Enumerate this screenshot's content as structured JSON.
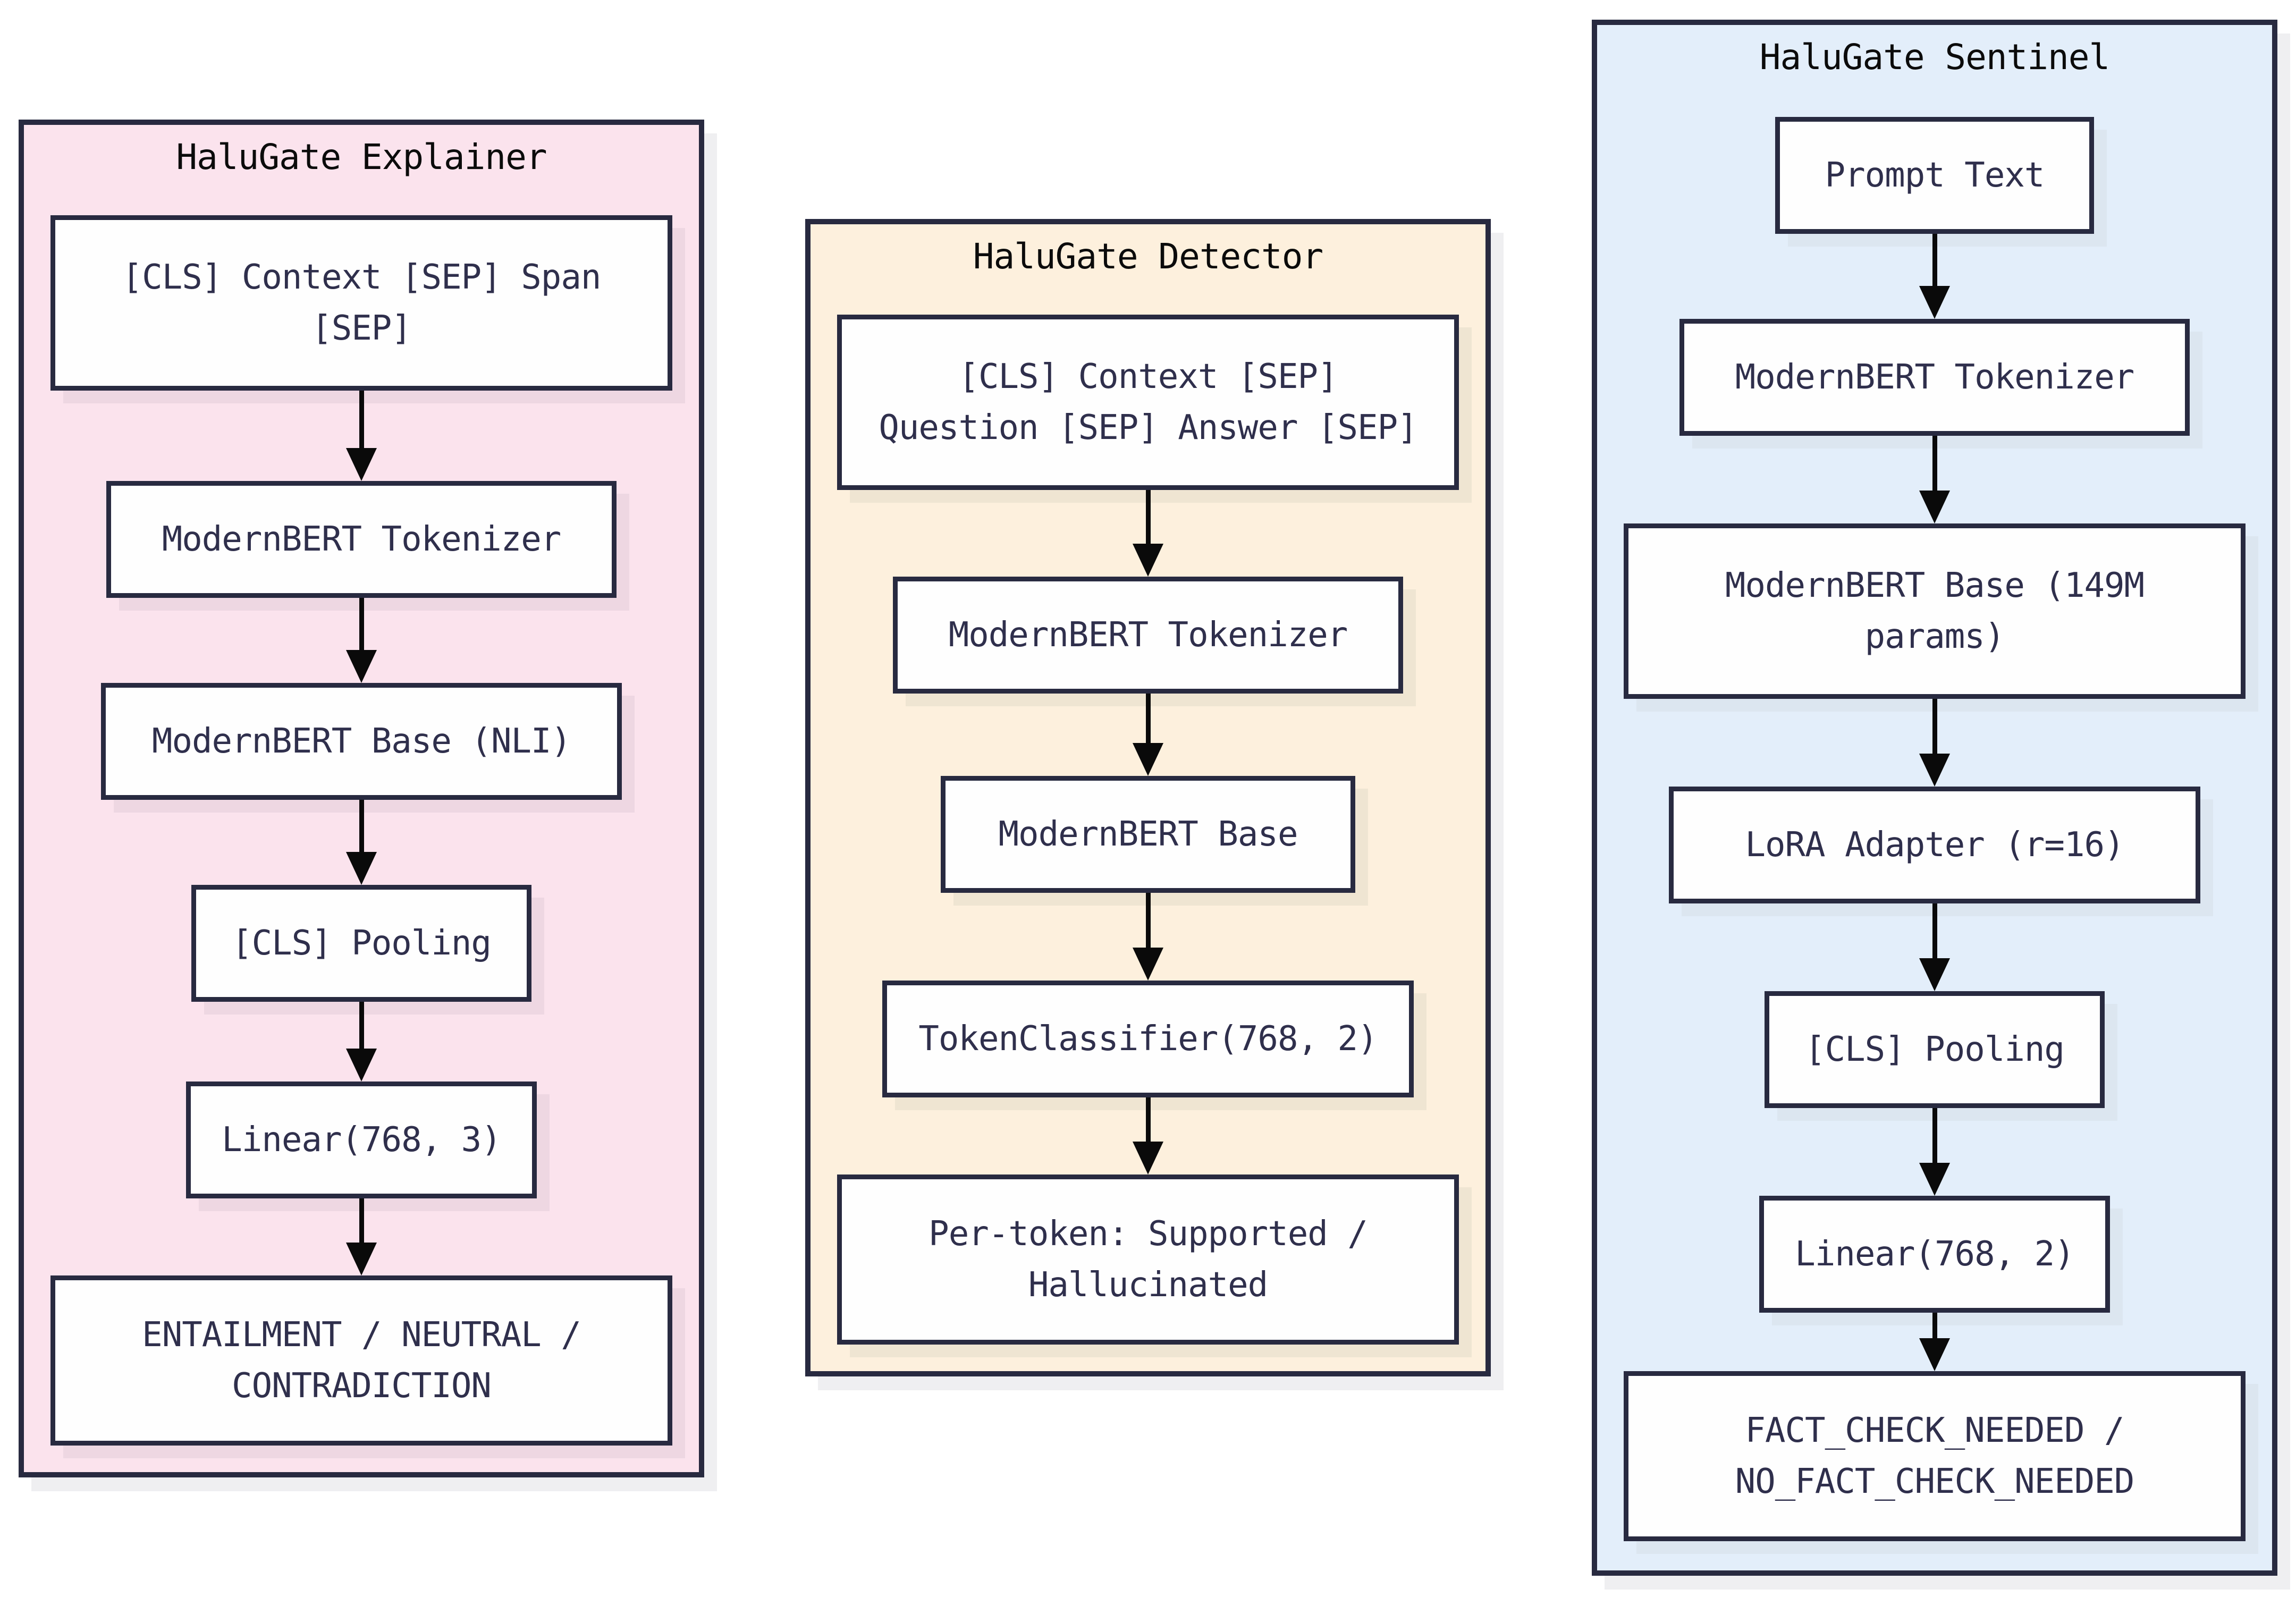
{
  "diagram": {
    "type": "flowchart",
    "colors": {
      "page_background": "#ffffff",
      "border_navy": "#282a40",
      "node_text": "#2f2f4c",
      "title_text": "#0b0b0b",
      "arrow_black": "#0a0a0a",
      "explainer_bg": "#fbe3ed",
      "detector_bg": "#fdf0dd",
      "sentinel_bg": "#e3eefa",
      "panel_shadow": "#efeff1",
      "explainer_node_shadow": "#eed7e2",
      "detector_node_shadow": "#efe5d2",
      "sentinel_node_shadow": "#dce6f0"
    },
    "panels": [
      {
        "title": "HaluGate Explainer",
        "bg": "#fbe3ed",
        "boxes": [
          {
            "text": "[CLS] Context [SEP] Span\n[SEP]"
          },
          {
            "text": "ModernBERT Tokenizer"
          },
          {
            "text": "ModernBERT Base (NLI)"
          },
          {
            "text": "[CLS] Pooling"
          },
          {
            "text": "Linear(768, 3)"
          },
          {
            "text": "ENTAILMENT / NEUTRAL /\nCONTRADICTION"
          }
        ]
      },
      {
        "title": "HaluGate Detector",
        "bg": "#fdf0dd",
        "boxes": [
          {
            "text": "[CLS] Context [SEP]\nQuestion [SEP] Answer [SEP]"
          },
          {
            "text": "ModernBERT Tokenizer"
          },
          {
            "text": "ModernBERT Base"
          },
          {
            "text": "TokenClassifier(768, 2)"
          },
          {
            "text": "Per-token: Supported /\nHallucinated"
          }
        ]
      },
      {
        "title": "HaluGate Sentinel",
        "bg": "#e3eefa",
        "boxes": [
          {
            "text": "Prompt Text"
          },
          {
            "text": "ModernBERT Tokenizer"
          },
          {
            "text": "ModernBERT Base (149M\nparams)"
          },
          {
            "text": "LoRA Adapter (r=16)"
          },
          {
            "text": "[CLS] Pooling"
          },
          {
            "text": "Linear(768, 2)"
          },
          {
            "text": "FACT_CHECK_NEEDED /\nNO_FACT_CHECK_NEEDED"
          }
        ]
      }
    ]
  }
}
